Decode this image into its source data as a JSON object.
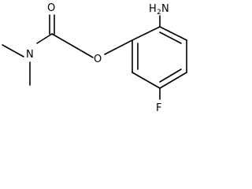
{
  "molecule": {
    "atoms": {
      "carbonyl_oxygen": "O",
      "amide_nitrogen": "N",
      "ether_oxygen": "O",
      "amine_nitrogen": "H",
      "amine_subscript": "2",
      "amine_suffix": "N",
      "fluorine": "F"
    },
    "colors": {
      "bond": "#000000",
      "label": "#000000",
      "background": "#ffffff"
    }
  }
}
